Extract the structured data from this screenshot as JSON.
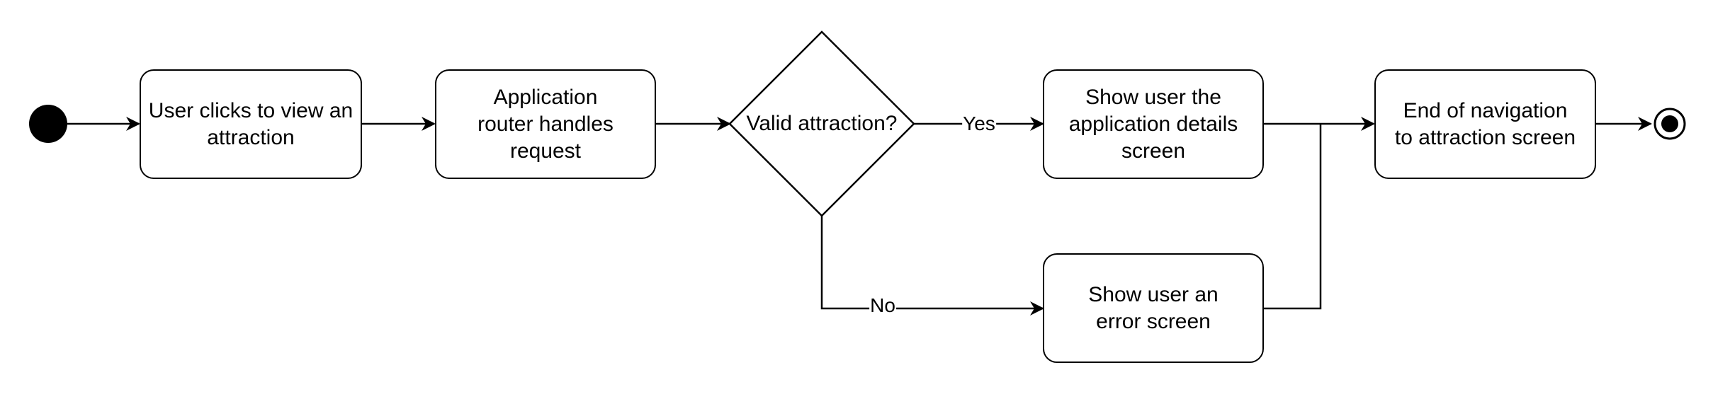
{
  "diagram": {
    "type": "activity",
    "nodes": {
      "user_clicks": "User clicks to view an attraction",
      "router": "Application router handles request",
      "decision": "Valid attraction?",
      "show_details": "Show user the application details screen",
      "show_error": "Show user an error screen",
      "end_nav": "End of navigation to attraction screen"
    },
    "edges": {
      "yes_label": "Yes",
      "no_label": "No"
    }
  }
}
